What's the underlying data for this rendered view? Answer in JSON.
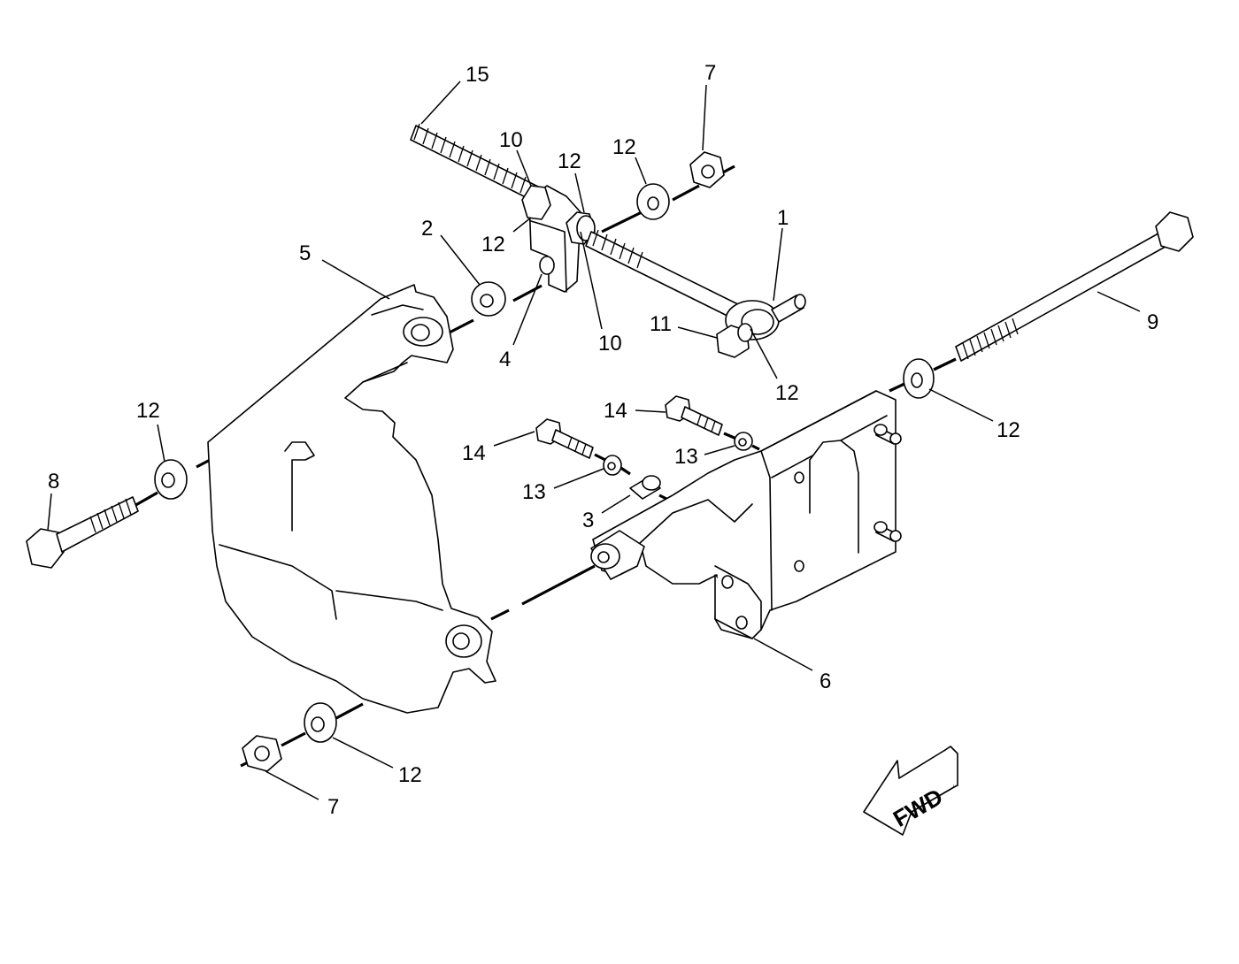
{
  "diagram": {
    "callouts": [
      {
        "id": "c15",
        "label": "15"
      },
      {
        "id": "c10a",
        "label": "10"
      },
      {
        "id": "c12a",
        "label": "12"
      },
      {
        "id": "c12b",
        "label": "12"
      },
      {
        "id": "c7a",
        "label": "7"
      },
      {
        "id": "c1",
        "label": "1"
      },
      {
        "id": "c12c",
        "label": "12"
      },
      {
        "id": "c2",
        "label": "2"
      },
      {
        "id": "c5",
        "label": "5"
      },
      {
        "id": "c4",
        "label": "4"
      },
      {
        "id": "c10b",
        "label": "10"
      },
      {
        "id": "c11",
        "label": "11"
      },
      {
        "id": "c12d",
        "label": "12"
      },
      {
        "id": "c9",
        "label": "9"
      },
      {
        "id": "c12e",
        "label": "12"
      },
      {
        "id": "c14a",
        "label": "14"
      },
      {
        "id": "c14b",
        "label": "14"
      },
      {
        "id": "c13a",
        "label": "13"
      },
      {
        "id": "c13b",
        "label": "13"
      },
      {
        "id": "c3",
        "label": "3"
      },
      {
        "id": "c12f",
        "label": "12"
      },
      {
        "id": "c8",
        "label": "8"
      },
      {
        "id": "c6",
        "label": "6"
      },
      {
        "id": "c12g",
        "label": "12"
      },
      {
        "id": "c7b",
        "label": "7"
      }
    ],
    "direction_arrow": {
      "label": "FWD",
      "icon": "forward-direction-arrow-icon"
    }
  }
}
